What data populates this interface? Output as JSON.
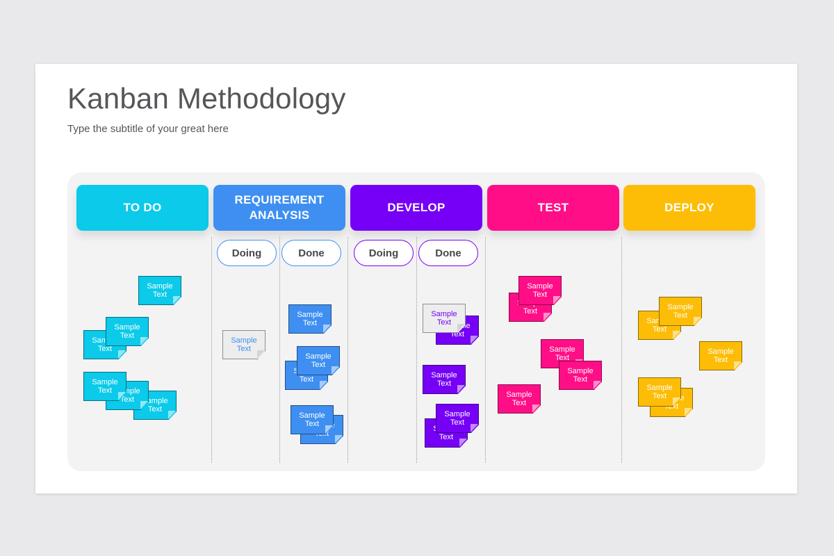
{
  "title": "Kanban Methodology",
  "subtitle": "Type the subtitle of your great here",
  "colors": {
    "todo": "#0bcaea",
    "requirement": "#3e8ff1",
    "develop": "#7500f5",
    "test": "#ff0e87",
    "deploy": "#fdbd06"
  },
  "columns": [
    {
      "label": "TO DO",
      "color": "#0bcaea"
    },
    {
      "label": "REQUIREMENT ANALYSIS",
      "color": "#3e8ff1"
    },
    {
      "label": "DEVELOP",
      "color": "#7500f5"
    },
    {
      "label": "TEST",
      "color": "#ff0e87"
    },
    {
      "label": "DEPLOY",
      "color": "#fdbd06"
    }
  ],
  "subcolumns": {
    "requirement": [
      "Doing",
      "Done"
    ],
    "develop": [
      "Doing",
      "Done"
    ]
  },
  "note_text": "Sample Text"
}
